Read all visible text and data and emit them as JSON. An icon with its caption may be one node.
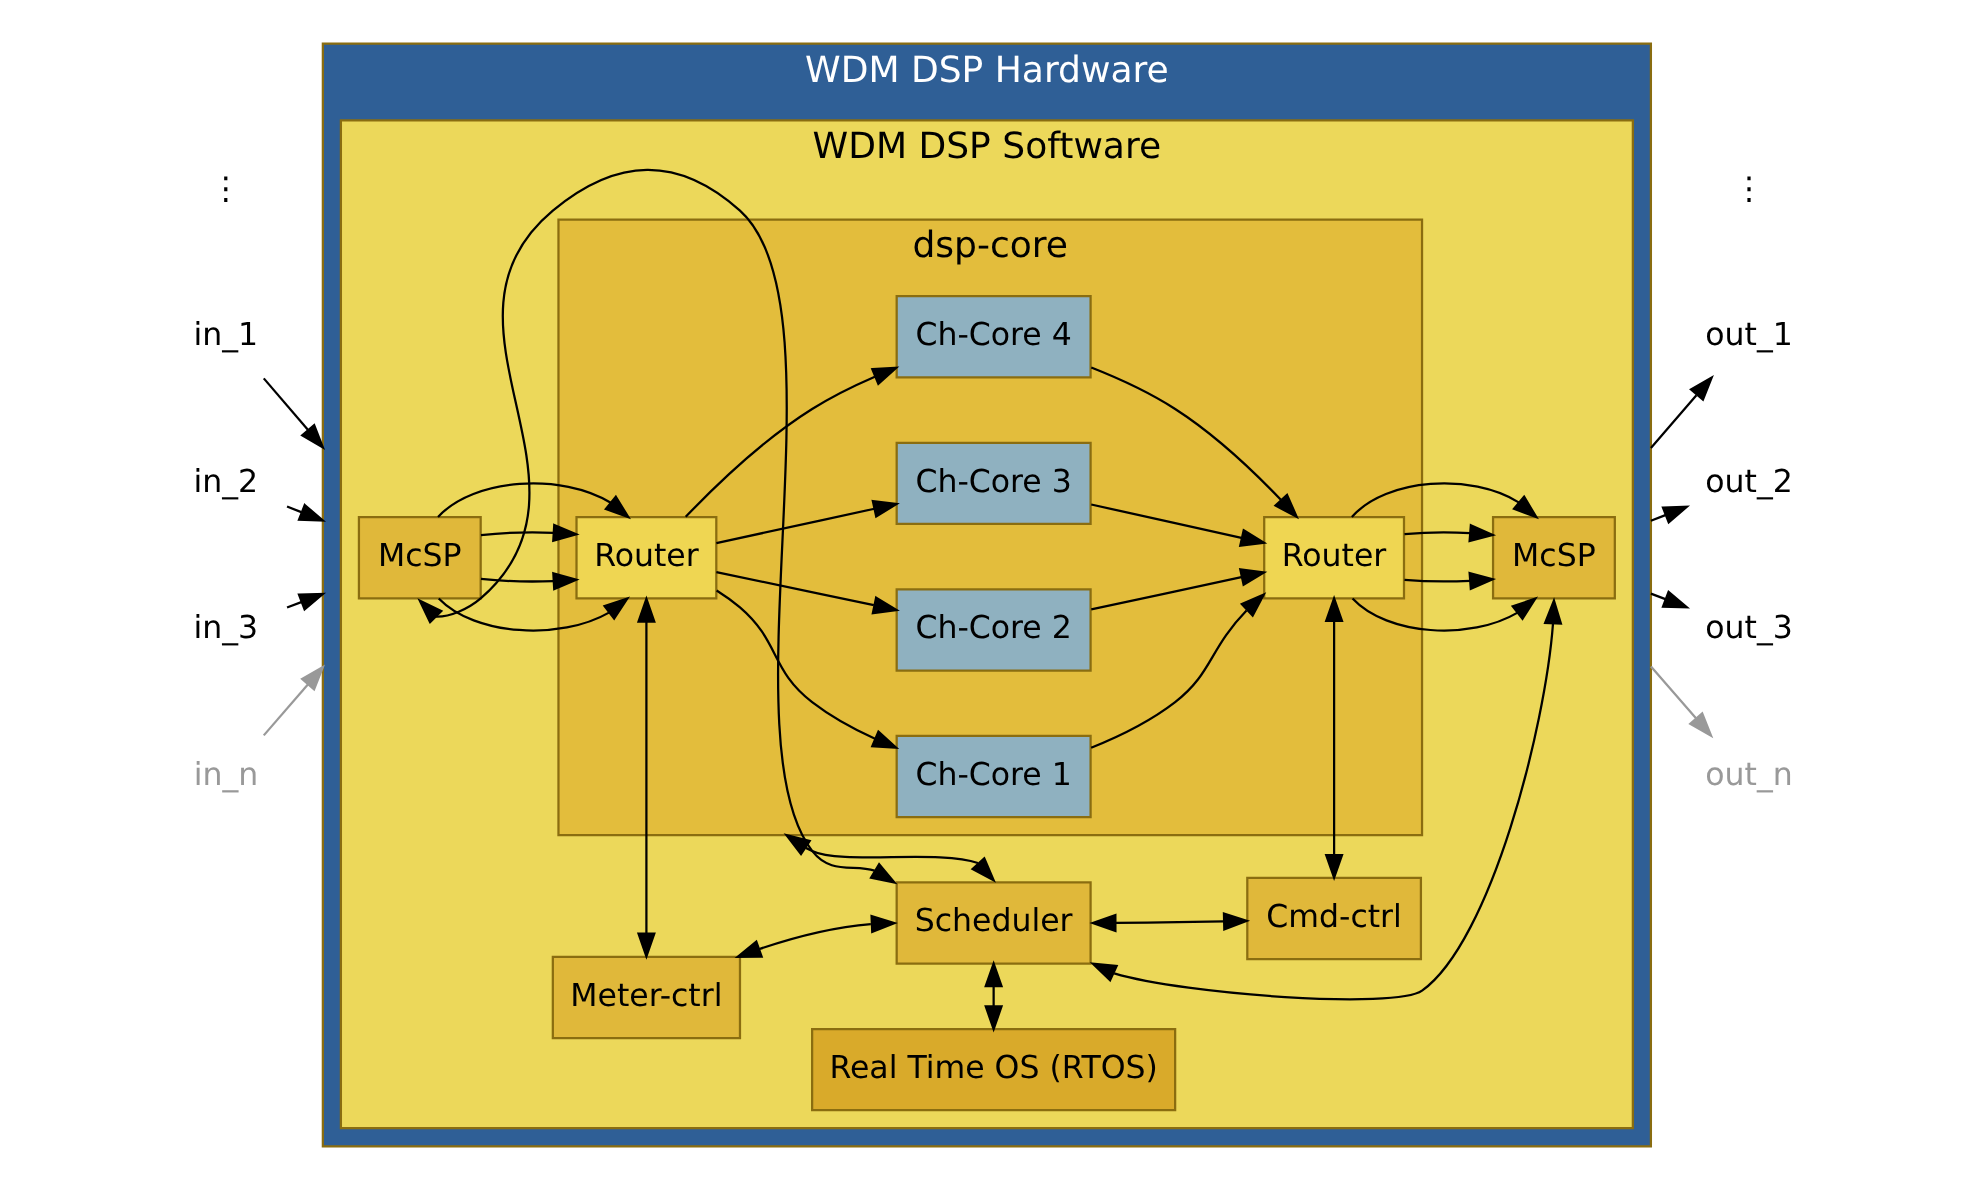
{
  "diagram": {
    "nodes": [
      {
        "text": [
          "WDM DSP Hardware"
        ]
      },
      {
        "text": [
          "WDM DSP Software"
        ],
        "in": 0
      },
      {
        "text": [
          "McSP"
        ],
        "in": 1
      },
      {
        "text": [
          "dsp-core"
        ],
        "in": 1
      },
      {
        "text": [
          "Router"
        ],
        "in": 3
      },
      {
        "text": [
          "Ch-Core 1"
        ],
        "in": 3
      },
      {
        "text": [
          "Ch-Core 2"
        ],
        "in": 3
      },
      {
        "text": [
          "Ch-Core 3"
        ],
        "in": 3
      },
      {
        "text": [
          "Ch-Core 4"
        ],
        "in": 3
      },
      {
        "text": [
          "Router"
        ],
        "in": 3
      },
      {
        "text": [
          "McSP"
        ],
        "in": 1
      },
      {
        "text": [
          "Meter-ctrl"
        ],
        "in": 1
      },
      {
        "text": [
          "Cmd-ctrl"
        ],
        "in": 1
      },
      {
        "text": [
          "Scheduler"
        ],
        "in": 1
      },
      {
        "text": [
          "Real Time OS (RTOS)"
        ],
        "in": 1
      },
      {
        "text": [
          "in_1"
        ]
      },
      {
        "text": [
          "in_2"
        ]
      },
      {
        "text": [
          "in_3"
        ]
      },
      {
        "text": [
          "in_n"
        ]
      },
      {
        "text": [
          "out_1"
        ]
      },
      {
        "text": [
          "out_2"
        ]
      },
      {
        "text": [
          "out_3"
        ]
      },
      {
        "text": [
          "out_n"
        ]
      }
    ],
    "edges": [
      {
        "from": 15,
        "to": 0,
        "arrow": "to"
      },
      {
        "from": 16,
        "to": 0,
        "arrow": "to"
      },
      {
        "from": 17,
        "to": 0,
        "arrow": "to"
      },
      {
        "from": 18,
        "to": 0,
        "arrow": "to",
        "color": "#999999"
      },
      {
        "from": 2,
        "to": 4,
        "arrow": "to"
      },
      {
        "from": 2,
        "to": 4,
        "arrow": "to"
      },
      {
        "from": 2,
        "to": 4,
        "arrow": "to"
      },
      {
        "from": 2,
        "to": 4,
        "arrow": "to"
      },
      {
        "from": 4,
        "to": 5,
        "arrow": "to"
      },
      {
        "from": 4,
        "to": 6,
        "arrow": "to"
      },
      {
        "from": 4,
        "to": 7,
        "arrow": "to"
      },
      {
        "from": 4,
        "to": 8,
        "arrow": "to"
      },
      {
        "from": 5,
        "to": 9,
        "arrow": "to"
      },
      {
        "from": 6,
        "to": 9,
        "arrow": "to"
      },
      {
        "from": 7,
        "to": 9,
        "arrow": "to"
      },
      {
        "from": 8,
        "to": 9,
        "arrow": "to"
      },
      {
        "from": 9,
        "to": 10,
        "arrow": "to"
      },
      {
        "from": 9,
        "to": 10,
        "arrow": "to"
      },
      {
        "from": 9,
        "to": 10,
        "arrow": "to"
      },
      {
        "from": 9,
        "to": 10,
        "arrow": "to"
      },
      {
        "from": 0,
        "to": 19,
        "arrow": "to"
      },
      {
        "from": 0,
        "to": 20,
        "arrow": "to"
      },
      {
        "from": 0,
        "to": 21,
        "arrow": "to"
      },
      {
        "from": 0,
        "to": 22,
        "arrow": "to",
        "color": "#999999"
      },
      {
        "from": 2,
        "to": 13,
        "arrow": "both"
      },
      {
        "from": 4,
        "to": 11,
        "arrow": "both"
      },
      {
        "from": 11,
        "to": 13,
        "arrow": "both"
      },
      {
        "from": 3,
        "to": 13,
        "arrow": "both"
      },
      {
        "from": 9,
        "to": 12,
        "arrow": "both"
      },
      {
        "from": 12,
        "to": 13,
        "arrow": "both"
      },
      {
        "from": 10,
        "to": 13,
        "arrow": "both"
      },
      {
        "from": 13,
        "to": 14,
        "arrow": "both"
      }
    ],
    "labels": [
      "⋮",
      "⋮"
    ]
  }
}
